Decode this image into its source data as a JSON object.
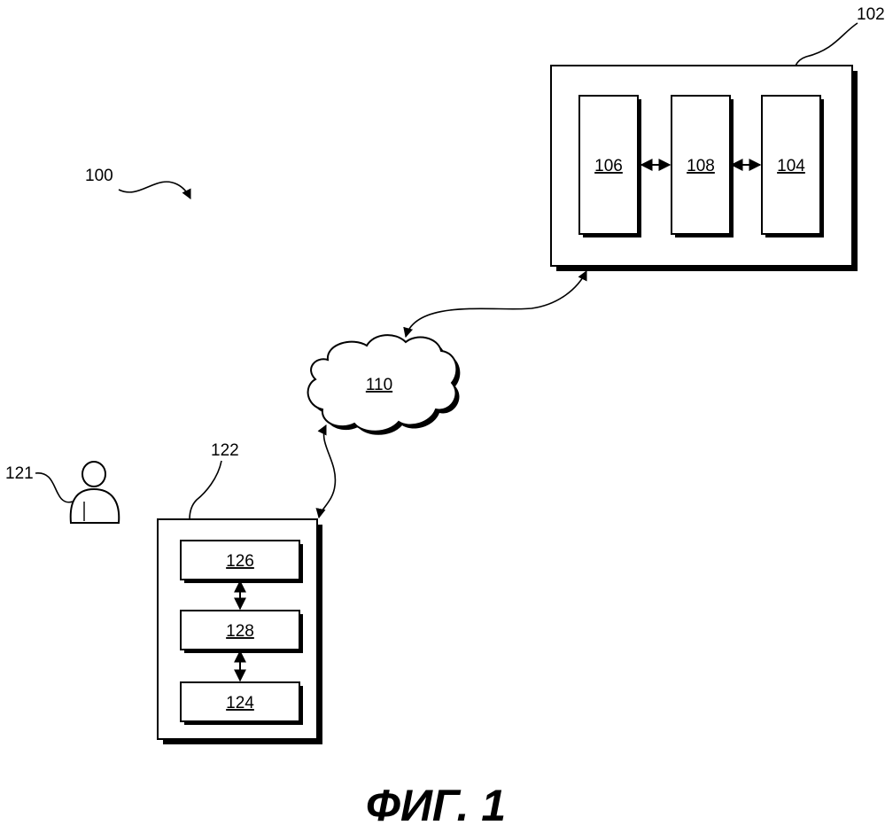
{
  "figure_caption": "ФИГ. 1",
  "refs": {
    "system": "100",
    "server": "102",
    "network": "110",
    "user": "121",
    "client": "122"
  },
  "server_blocks": [
    "106",
    "108",
    "104"
  ],
  "client_blocks": [
    "126",
    "128",
    "124"
  ],
  "colors": {
    "line": "#000000",
    "background": "#ffffff",
    "shadow": "#000000"
  }
}
